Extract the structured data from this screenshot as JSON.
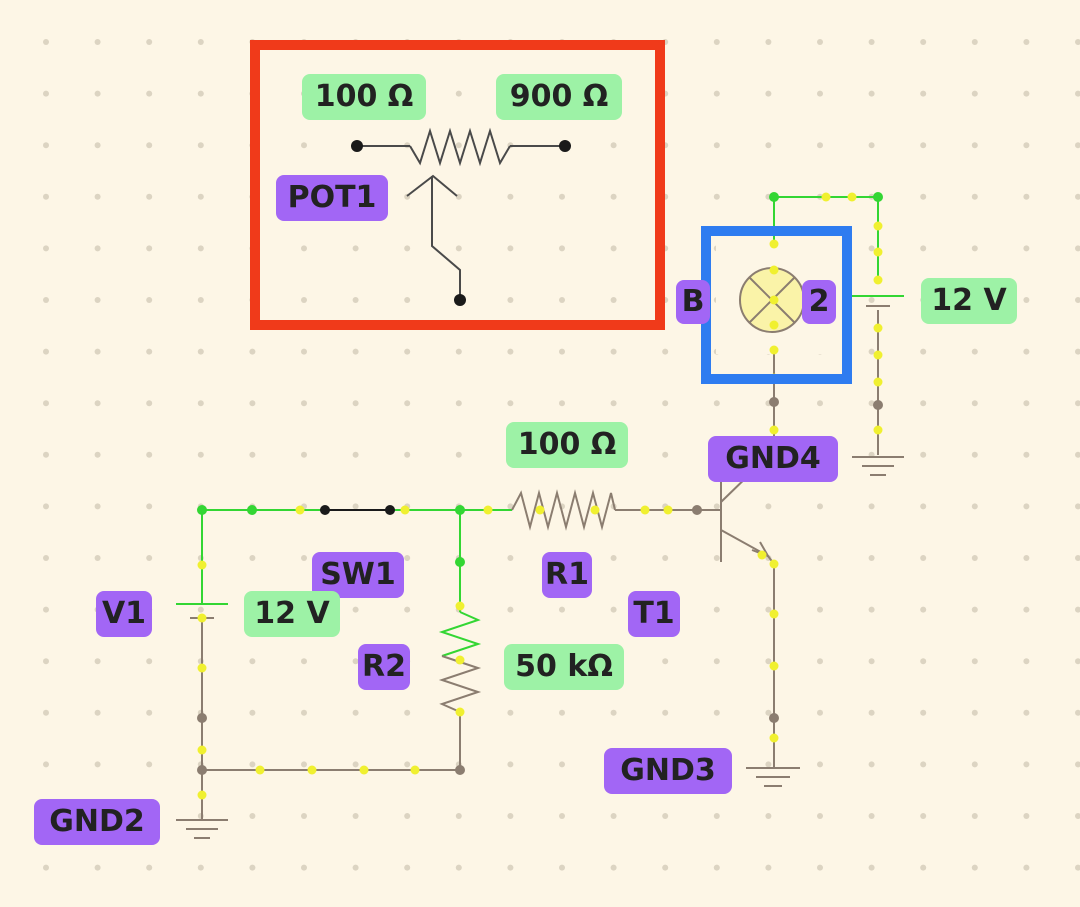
{
  "circuit": {
    "pot_left_value": "100 Ω",
    "pot_right_value": "900 Ω",
    "pot_name": "POT1",
    "bulb_name_left": "B",
    "bulb_name_right": "2",
    "battery2_value": "12 V",
    "gnd4": "GND4",
    "r1_value": "100 Ω",
    "r1_name": "R1",
    "sw1_name": "SW1",
    "v1_name": "V1",
    "v1_value": "12 V",
    "r2_name": "R2",
    "r2_value": "50 kΩ",
    "t1_name": "T1",
    "gnd3": "GND3",
    "gnd2": "GND2"
  },
  "colors": {
    "background": "#FDF6E6",
    "value_label_bg": "#9DF2A6",
    "name_label_bg": "#A266F5",
    "active_wire": "#33D633",
    "inactive_wire": "#8B7D70",
    "node_dot": "#F0F030",
    "highlight_red": "#F03A1A",
    "highlight_blue": "#2E7CF0",
    "bulb_fill": "#FAF3A8"
  }
}
